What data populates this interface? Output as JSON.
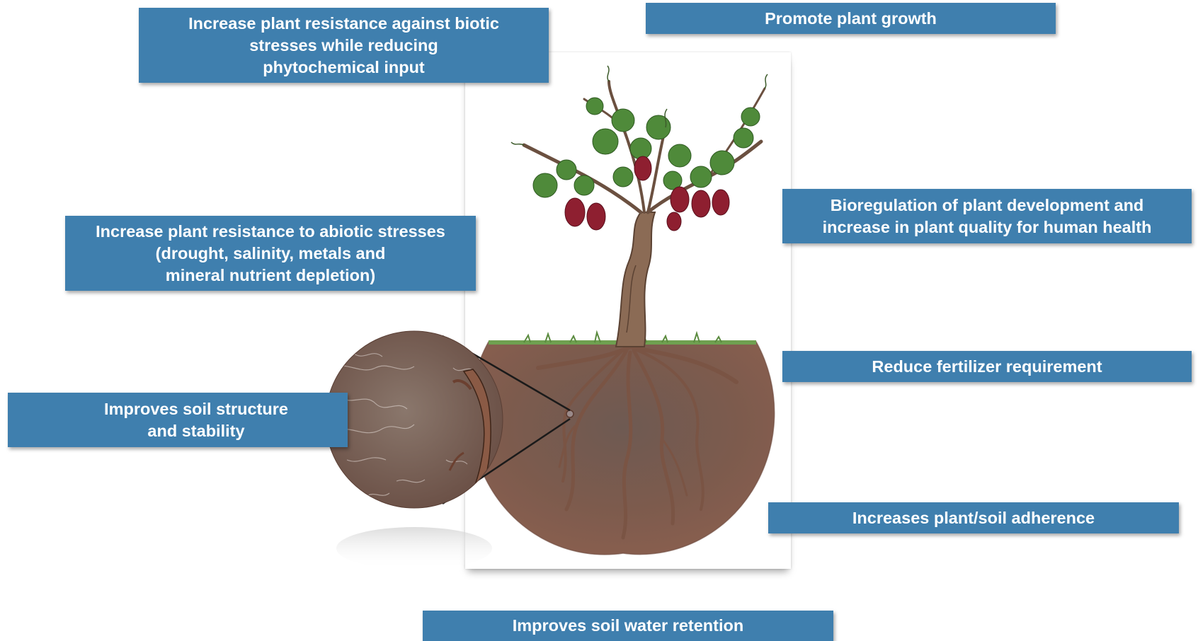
{
  "labels": {
    "biotic": "Increase plant resistance against biotic\nstresses while reducing\nphytochemical input",
    "growth": "Promote plant growth",
    "abiotic": "Increase plant resistance to  abiotic stresses\n(drought, salinity, metals and\nmineral nutrient depletion)",
    "bioregulation": "Bioregulation of plant development and\nincrease in plant quality for human health",
    "fertilizer": "Reduce fertilizer requirement",
    "soil_structure": "Improves soil structure\nand stability",
    "adherence": "Increases plant/soil adherence",
    "water_retention": "Improves soil water retention"
  },
  "colors": {
    "label_background": "#3f7fae",
    "label_text": "#ffffff",
    "soil": "#7a5a4e",
    "grass": "#6fa050",
    "grapes": "#8e1f30",
    "leaves": "#4f8a3a"
  },
  "icons": {
    "illustration": "grapevine-with-soil-cross-section",
    "magnifier": "soil-magnifier-circle"
  }
}
